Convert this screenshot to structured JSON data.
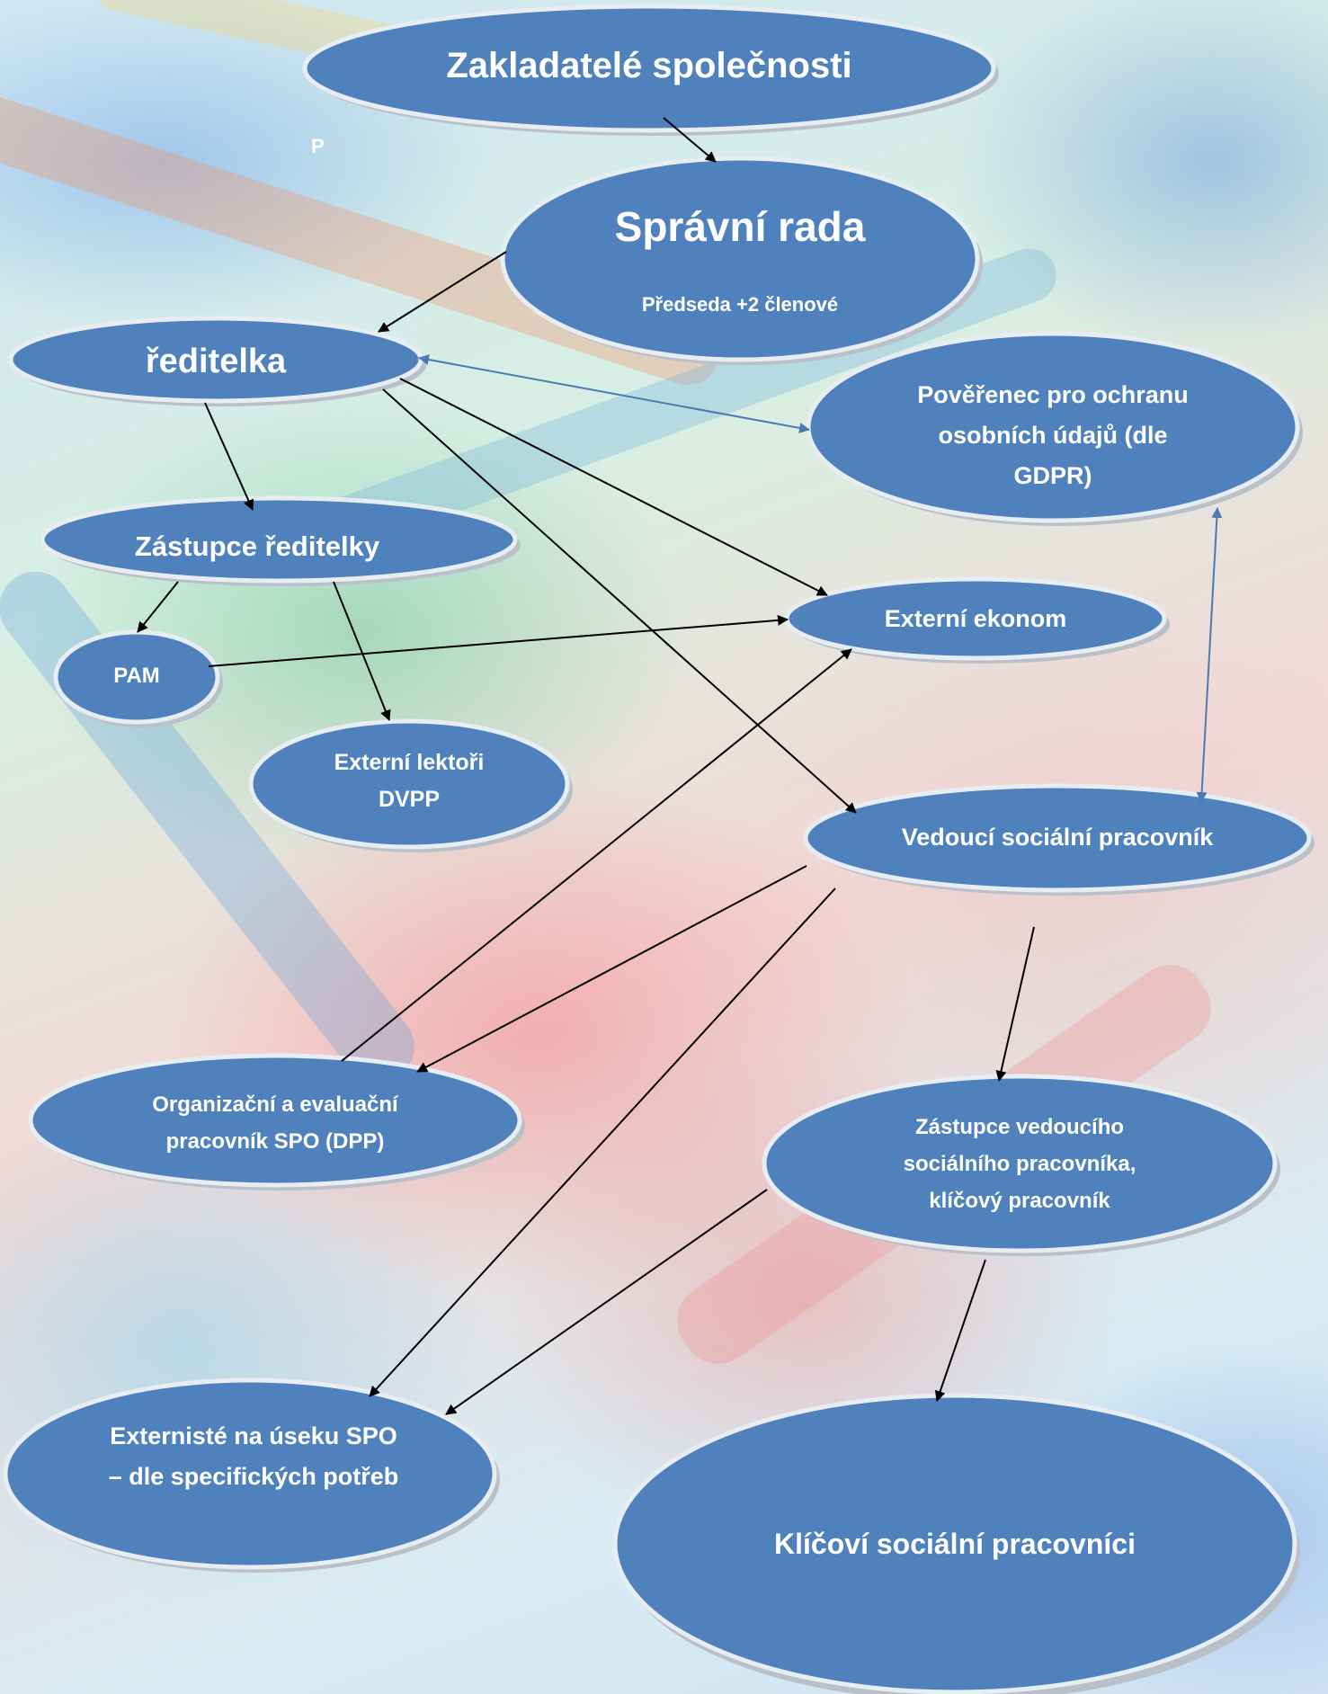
{
  "colors": {
    "node_fill": "#4f81bd",
    "node_outline": "#e8edf3",
    "node_shadow": "#b9c0c8",
    "arrow_black": "#000000",
    "arrow_blue": "#4a7ab5",
    "text": "#ffffff"
  },
  "stray_mark": "P",
  "nodes": {
    "zakladatele": {
      "label": "Zakladatelé společnosti"
    },
    "spravni_rada": {
      "label": "Správní rada",
      "sublabel": "Předseda +2 členové"
    },
    "reditelka": {
      "label": "ředitelka"
    },
    "poverenec": {
      "line1": "Pověřenec pro ochranu",
      "line2": "osobních údajů (dle",
      "line3": "GDPR)"
    },
    "zastupce_reditelky": {
      "label": "Zástupce ředitelky"
    },
    "externi_ekonom": {
      "label": "Externí ekonom"
    },
    "pam": {
      "label": "PAM"
    },
    "externi_lektori": {
      "line1": "Externí lektoři",
      "line2": "DVPP"
    },
    "vedouci_sp": {
      "label": "Vedoucí sociální pracovník"
    },
    "organizacni": {
      "line1": "Organizační a evaluační",
      "line2": "pracovník SPO (DPP)"
    },
    "zastupce_vedouciho": {
      "line1": "Zástupce vedoucího",
      "line2": "sociálního pracovníka,",
      "line3": "klíčový pracovník"
    },
    "externiste": {
      "line1": "Externisté na úseku SPO",
      "line2": "– dle specifických potřeb"
    },
    "klicovi": {
      "label": "Klíčoví sociální pracovníci"
    }
  }
}
